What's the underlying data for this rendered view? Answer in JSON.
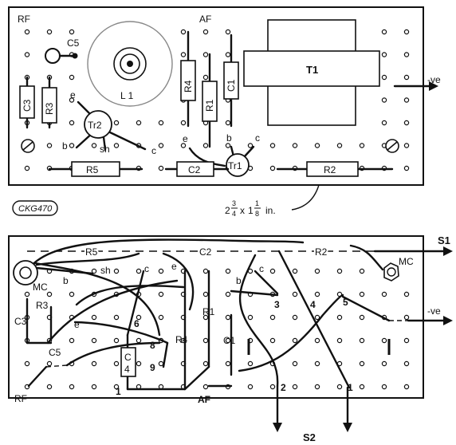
{
  "top_board": {
    "labels": {
      "rf": "RF",
      "af": "AF",
      "c5": "C5",
      "l1": "L 1",
      "t1": "T1",
      "ve": "-ve",
      "c3": "C3",
      "r3": "R3",
      "tr2": "Tr2",
      "e": "e",
      "b": "b",
      "sh": "sh",
      "c": "c",
      "r4": "R4",
      "r1": "R1",
      "c1": "C1",
      "tr1": "Tr1",
      "e2": "e",
      "b2": "b",
      "c2l": "c",
      "r5": "R5",
      "c2": "C2",
      "r2": "R2"
    },
    "dimension_whole1": "2",
    "dimension_frac1_num": "3",
    "dimension_frac1_den": "4",
    "dimension_x": "x",
    "dimension_whole2": "1",
    "dimension_frac2_num": "1",
    "dimension_frac2_den": "8",
    "dimension_unit": "in.",
    "figure_code": "CKG470"
  },
  "bottom_board": {
    "labels": {
      "r5": "R5",
      "c2": "C2",
      "r2": "R2",
      "s1": "S1",
      "mc_left": "MC",
      "mc_right": "MC",
      "b": "b",
      "sh": "sh",
      "c": "c",
      "e": "e",
      "b2": "b",
      "c_2": "c",
      "r3": "R3",
      "c3": "C3",
      "e2": "e",
      "r1": "R1",
      "c1": "C1",
      "r4": "R4",
      "c5": "C5",
      "c4a": "C",
      "c4b": "4",
      "rf": "RF",
      "af": "AF",
      "ve": "-ve",
      "s2": "S2",
      "n1a": "1",
      "n1b": "1",
      "n2": "2",
      "n3": "3",
      "n4": "4",
      "n5": "5",
      "n6": "6",
      "n8": "8",
      "n9": "9"
    }
  }
}
